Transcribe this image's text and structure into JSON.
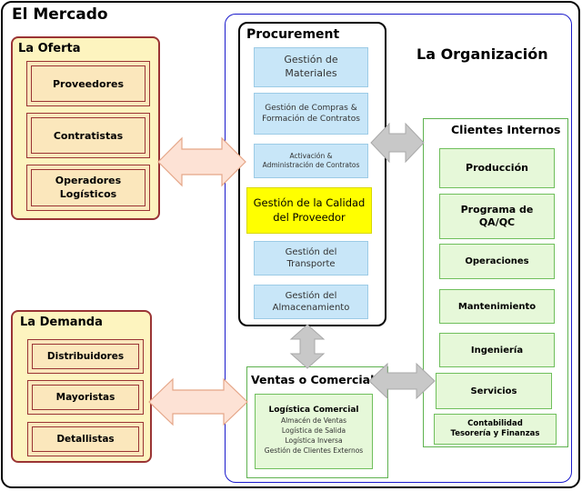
{
  "mercado": {
    "title": "El Mercado"
  },
  "organizacion": {
    "title": "La Organización"
  },
  "oferta": {
    "title": "La Oferta",
    "items": [
      "Proveedores",
      "Contratistas",
      "Operadores\nLogísticos"
    ]
  },
  "demanda": {
    "title": "La Demanda",
    "items": [
      "Distribuidores",
      "Mayoristas",
      "Detallistas"
    ]
  },
  "procurement": {
    "title": "Procurement",
    "items": [
      "Gestión de\nMateriales",
      "Gestión de Compras &\nFormación de Contratos",
      "Activación &\nAdministración de Contratos",
      "Gestión de la Calidad\ndel Proveedor",
      "Gestión del\nTransporte",
      "Gestión del\nAlmacenamiento"
    ]
  },
  "clientes": {
    "title": "Clientes Internos",
    "items": [
      "Producción",
      "Programa de\nQA/QC",
      "Operaciones",
      "Mantenimiento",
      "Ingeniería",
      "Servicios",
      "Contabilidad\nTesorería y Finanzas"
    ]
  },
  "ventas": {
    "title": "Ventas o Comercial",
    "logistica_title": "Logística Comercial",
    "logistica_items": [
      "Almacén de Ventas",
      "Logística de Salida",
      "Logística Inversa",
      "Gestión de Clientes Externos"
    ]
  },
  "colors": {
    "tan_border": "#9a3434",
    "tan_fill": "#fbe7bc",
    "blue_fill": "#c8e6f8",
    "highlight": "#ffff00",
    "green_fill": "#e6f8d9",
    "org_border": "#1a1acc",
    "arrow_peach": "#fde2d5",
    "arrow_gray": "#c8c8c8"
  }
}
